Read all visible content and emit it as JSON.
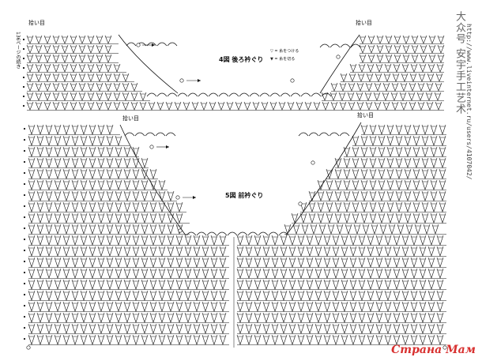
{
  "diagram": {
    "chart4_title": "4図 後ろ衿ぐり",
    "chart5_title": "5図 前衿ぐり",
    "legend": [
      "▽ = 糸をつける",
      "▼ = 糸を切る"
    ],
    "label_rows": "拾い目",
    "page_ref": "136ページの続き"
  },
  "side": {
    "url": "http://www.liveinternet.ru/users/4107042/",
    "cjk": "大众号 安宇手工艺术"
  },
  "watermark": "Страна Мам",
  "colors": {
    "ink": "#111111",
    "watermark": "#d8302f"
  }
}
